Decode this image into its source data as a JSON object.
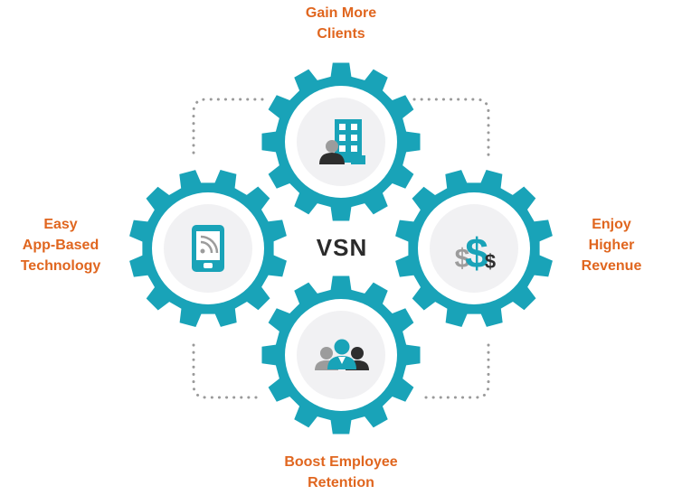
{
  "center_label": "VSN",
  "colors": {
    "gear": "#19a3b8",
    "gear_inner_bg": "#f1f1f3",
    "label": "#e0661f",
    "center_text": "#2b2b2b",
    "dots": "#9a9a9a",
    "icon_dark": "#2e2e2e",
    "icon_gray": "#9c9c9c",
    "icon_teal": "#19a3b8"
  },
  "benefits": {
    "top": {
      "lines": [
        "Gain More",
        "Clients"
      ],
      "icon": "building-person-icon"
    },
    "left": {
      "lines": [
        "Easy",
        "App-Based",
        "Technology"
      ],
      "icon": "mobile-app-icon"
    },
    "right": {
      "lines": [
        "Enjoy",
        "Higher",
        "Revenue"
      ],
      "icon": "dollar-signs-icon"
    },
    "bottom": {
      "lines": [
        "Boost Employee",
        "Retention"
      ],
      "icon": "team-people-icon"
    }
  }
}
